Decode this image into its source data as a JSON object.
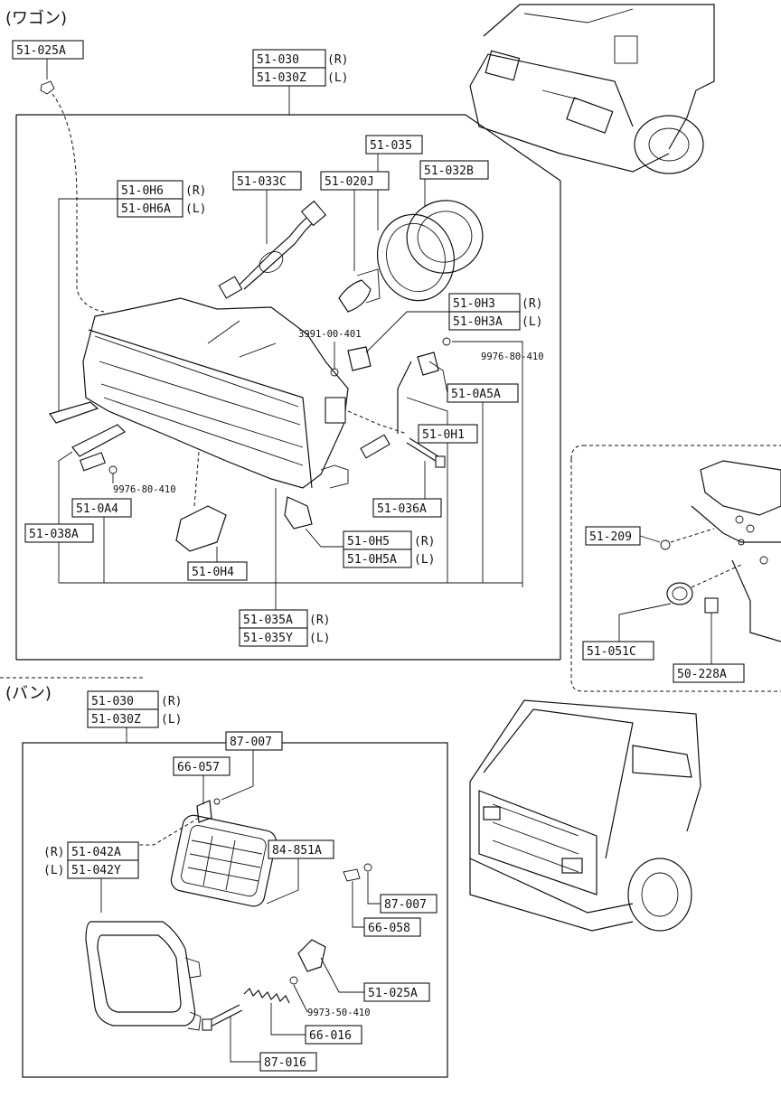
{
  "sections": {
    "wagon": {
      "title": "(ワゴン)"
    },
    "van": {
      "title": "(バン)"
    }
  },
  "wagon_parts": {
    "p51_025A_top": "51-025A",
    "p51_030": "51-030",
    "p51_030Z": "51-030Z",
    "R": "(R)",
    "L": "(L)",
    "p51_035": "51-035",
    "p51_032B": "51-032B",
    "p51_033C": "51-033C",
    "p51_020J": "51-020J",
    "p51_0H6": "51-0H6",
    "p51_0H6A": "51-0H6A",
    "p51_0H3": "51-0H3",
    "p51_0H3A": "51-0H3A",
    "p3991_00_401": "3991-00-401",
    "p9976_80_410_a": "9976-80-410",
    "p51_0A5A": "51-0A5A",
    "p51_0H1": "51-0H1",
    "p51_036A": "51-036A",
    "p9976_80_410_b": "9976-80-410",
    "p51_0A4": "51-0A4",
    "p51_038A": "51-038A",
    "p51_0H4": "51-0H4",
    "p51_0H5": "51-0H5",
    "p51_0H5A": "51-0H5A",
    "p51_035A": "51-035A",
    "p51_035Y": "51-035Y"
  },
  "detail_parts": {
    "p51_209": "51-209",
    "p51_051C": "51-051C",
    "p50_228A": "50-228A"
  },
  "van_parts": {
    "p51_030": "51-030",
    "p51_030Z": "51-030Z",
    "R": "(R)",
    "L": "(L)",
    "p87_007_a": "87-007",
    "p66_057": "66-057",
    "p51_042A": "51-042A",
    "p51_042Y": "51-042Y",
    "p84_851A": "84-851A",
    "p87_007_b": "87-007",
    "p66_058": "66-058",
    "p51_025A": "51-025A",
    "p9973_50_410": "9973-50-410",
    "p66_016": "66-016",
    "p87_016": "87-016"
  }
}
